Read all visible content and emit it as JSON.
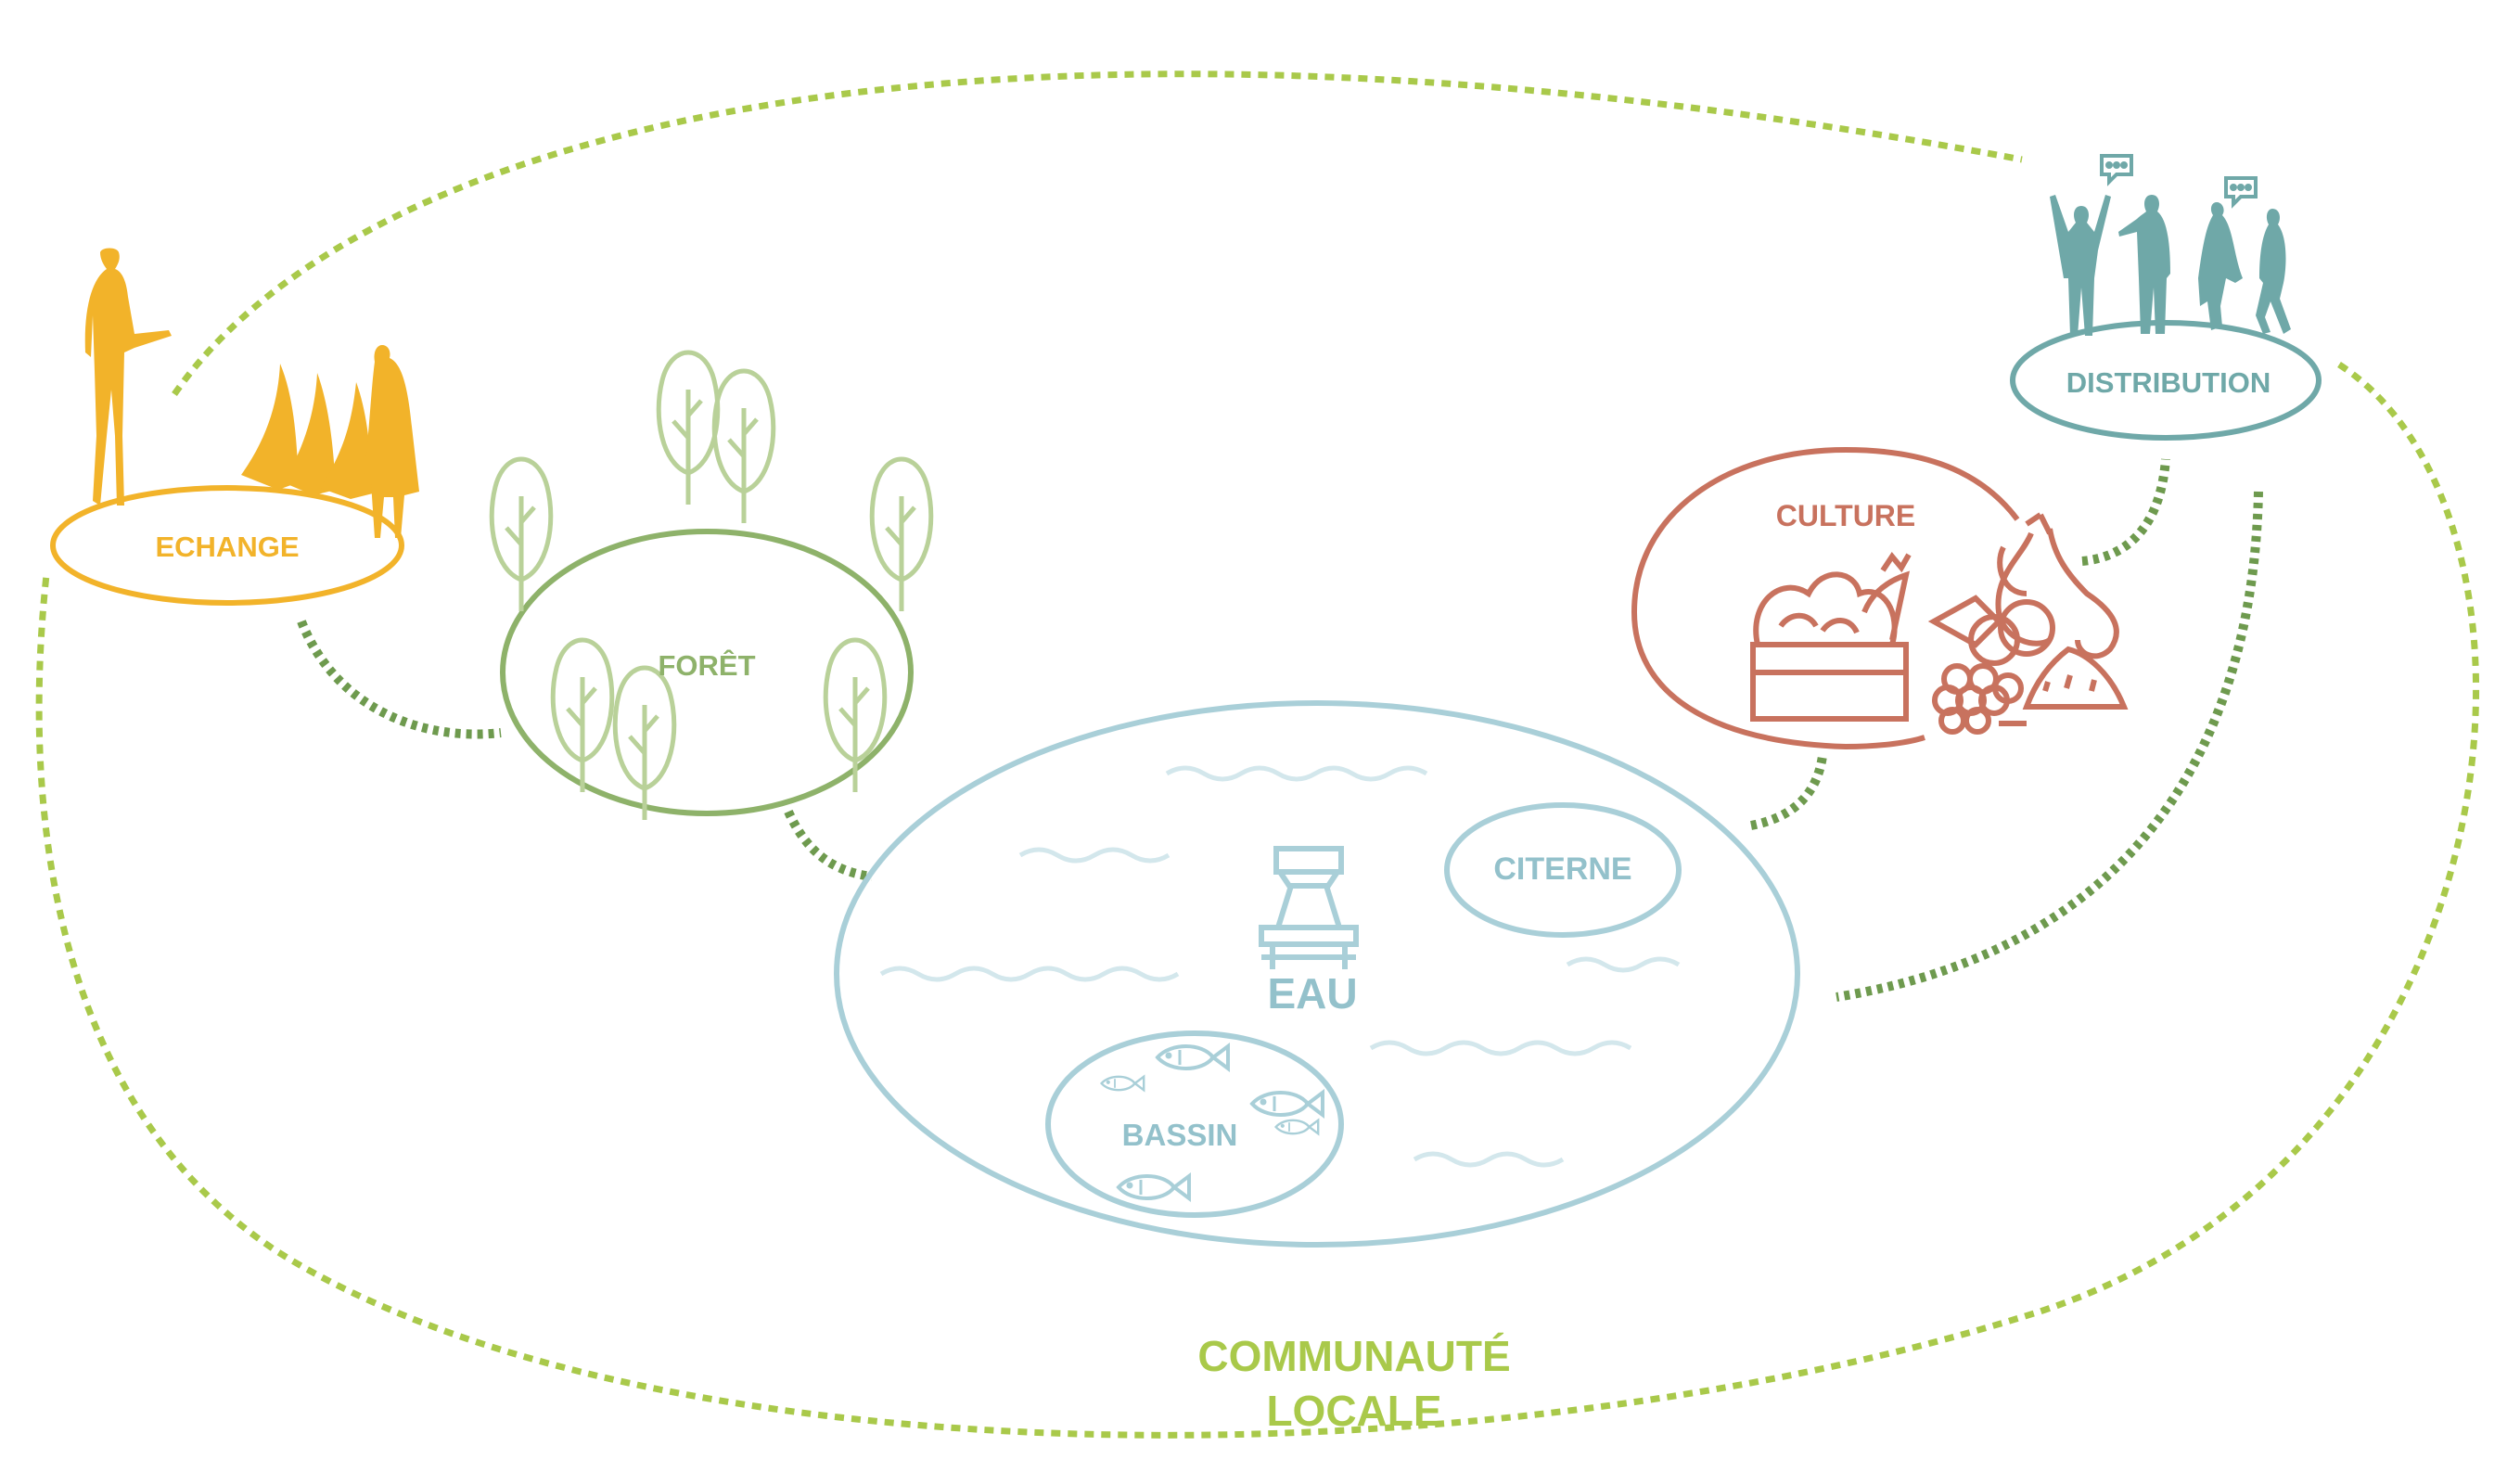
{
  "colors": {
    "community": "#A9C94A",
    "link": "#6E9A4E",
    "echange": "#F2B32A",
    "foret": "#8EB26A",
    "foret_light": "#B9D199",
    "eau": "#A9CFD8",
    "eau_text": "#93C1CB",
    "wave": "#D3E7EC",
    "culture": "#C8725E",
    "distribution": "#6FA8A8"
  },
  "labels": {
    "echange": "ECHANGE",
    "foret": "FORÊT",
    "eau": "EAU",
    "citerne": "CITERNE",
    "bassin": "BASSIN",
    "culture": "CULTURE",
    "distribution": "DISTRIBUTION",
    "community_line1": "COMMUNAUTÉ",
    "community_line2": "LOCALE"
  },
  "icons": [
    "people-silhouettes-icon",
    "tree-icon",
    "water-tower-icon",
    "fish-icon",
    "vegetable-crate-icon",
    "fruits-icon",
    "speech-bubble-icon"
  ]
}
